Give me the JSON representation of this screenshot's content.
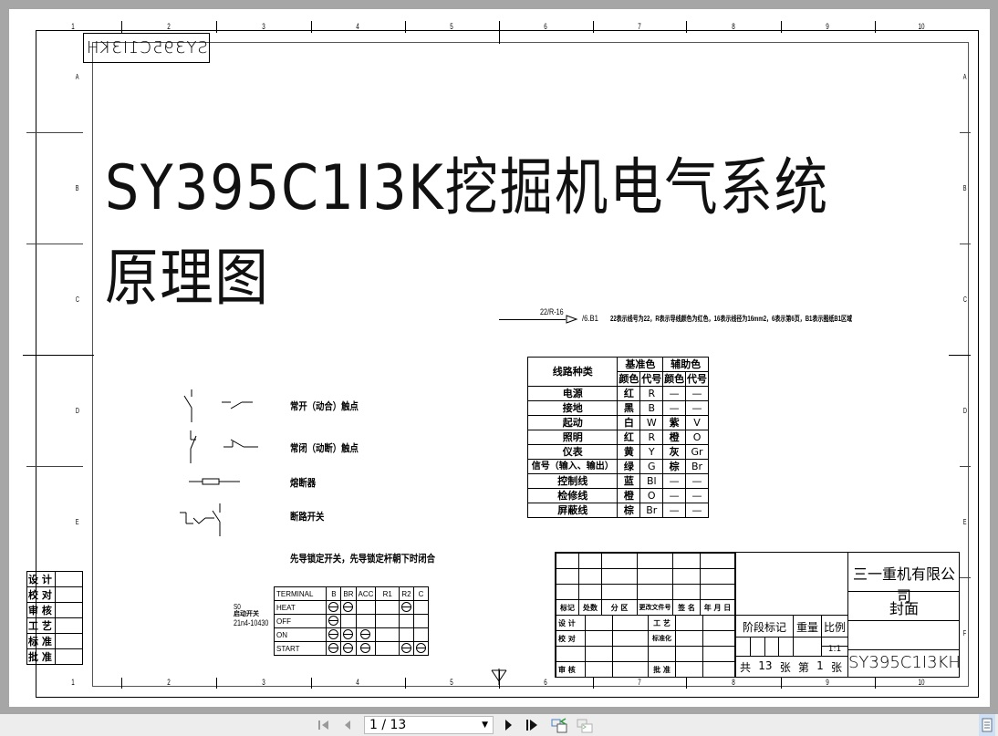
{
  "document": {
    "mirrored_label": "SY395C1I3KH",
    "title": "SY395C1I3K挖掘机电气系统原理图",
    "column_numbers": [
      "1",
      "2",
      "3",
      "4",
      "5",
      "6",
      "7",
      "8",
      "9",
      "10"
    ],
    "row_letters": [
      "A",
      "B",
      "C",
      "D",
      "E",
      "F"
    ],
    "wire_annotation": {
      "label": "22/R-16",
      "ref": "/6.B1",
      "description": "22表示线号为22，R表示导线颜色为红色，16表示线径为16mm2，6表示第6页，B1表示图纸B1区域"
    },
    "symbols": [
      {
        "icon": "normally-open-contact-icon",
        "label": "常开（动合）触点"
      },
      {
        "icon": "normally-closed-contact-icon",
        "label": "常闭（动断）触点"
      },
      {
        "icon": "fuse-icon",
        "label": "熔断器"
      },
      {
        "icon": "circuit-breaker-icon",
        "label": "断路开关"
      }
    ],
    "pilot_lock_note": "先导锁定开关，先导锁定杆朝下时闭合",
    "wire_color_table": {
      "header_type": "线路种类",
      "header_base": "基准色",
      "header_aux": "辅助色",
      "sub_color": "颜色",
      "sub_code": "代号",
      "rows": [
        {
          "type": "电源",
          "base_color": "红",
          "base_code": "R",
          "aux_color": "—",
          "aux_code": "—"
        },
        {
          "type": "接地",
          "base_color": "黑",
          "base_code": "B",
          "aux_color": "—",
          "aux_code": "—"
        },
        {
          "type": "起动",
          "base_color": "白",
          "base_code": "W",
          "aux_color": "紫",
          "aux_code": "V"
        },
        {
          "type": "照明",
          "base_color": "红",
          "base_code": "R",
          "aux_color": "橙",
          "aux_code": "O"
        },
        {
          "type": "仪表",
          "base_color": "黄",
          "base_code": "Y",
          "aux_color": "灰",
          "aux_code": "Gr"
        },
        {
          "type": "信号（输入、输出）",
          "base_color": "绿",
          "base_code": "G",
          "aux_color": "棕",
          "aux_code": "Br"
        },
        {
          "type": "控制线",
          "base_color": "蓝",
          "base_code": "Bl",
          "aux_color": "—",
          "aux_code": "—"
        },
        {
          "type": "检修线",
          "base_color": "橙",
          "base_code": "O",
          "aux_color": "—",
          "aux_code": "—"
        },
        {
          "type": "屏蔽线",
          "base_color": "棕",
          "base_code": "Br",
          "aux_color": "—",
          "aux_code": "—"
        }
      ]
    },
    "start_switch": {
      "id": "S0",
      "name": "启动开关",
      "part_no": "21n4-10430",
      "columns": [
        "TERMINAL",
        "B",
        "BR",
        "ACC",
        "R1",
        "R2",
        "C"
      ],
      "rows": [
        {
          "label": "HEAT",
          "conn": [
            1,
            1,
            0,
            0,
            1,
            0
          ]
        },
        {
          "label": "OFF",
          "conn": [
            1,
            0,
            0,
            0,
            0,
            0
          ]
        },
        {
          "label": "ON",
          "conn": [
            1,
            1,
            1,
            0,
            0,
            0
          ]
        },
        {
          "label": "START",
          "conn": [
            1,
            1,
            1,
            0,
            1,
            1
          ]
        }
      ]
    },
    "signoff": [
      "设 计",
      "校 对",
      "审 核",
      "工 艺",
      "标 准",
      "批 准"
    ],
    "title_block": {
      "rev_headers": [
        "标记",
        "处数",
        "分 区",
        "更改文件号",
        "签 名",
        "年 月 日"
      ],
      "design": "设 计",
      "check": "校 对",
      "review": "审 核",
      "process": "工 艺",
      "standard": "标准化",
      "approve": "批 准",
      "stage_mark": "阶段标记",
      "weight": "重量",
      "scale_label": "比例",
      "scale": "1:1",
      "total_sheets_prefix": "共",
      "total_sheets": "13",
      "sheet_unit": "张",
      "sheet_no_prefix": "第",
      "sheet_no": "1",
      "company": "三一重机有限公司",
      "doc_name": "封面",
      "drawing_no": "SY395C1I3KH"
    }
  },
  "toolbar": {
    "page_value": "1 / 13",
    "first_page": "first-page",
    "prev_page": "prev-page",
    "next_page": "next-page",
    "last_page": "last-page"
  }
}
